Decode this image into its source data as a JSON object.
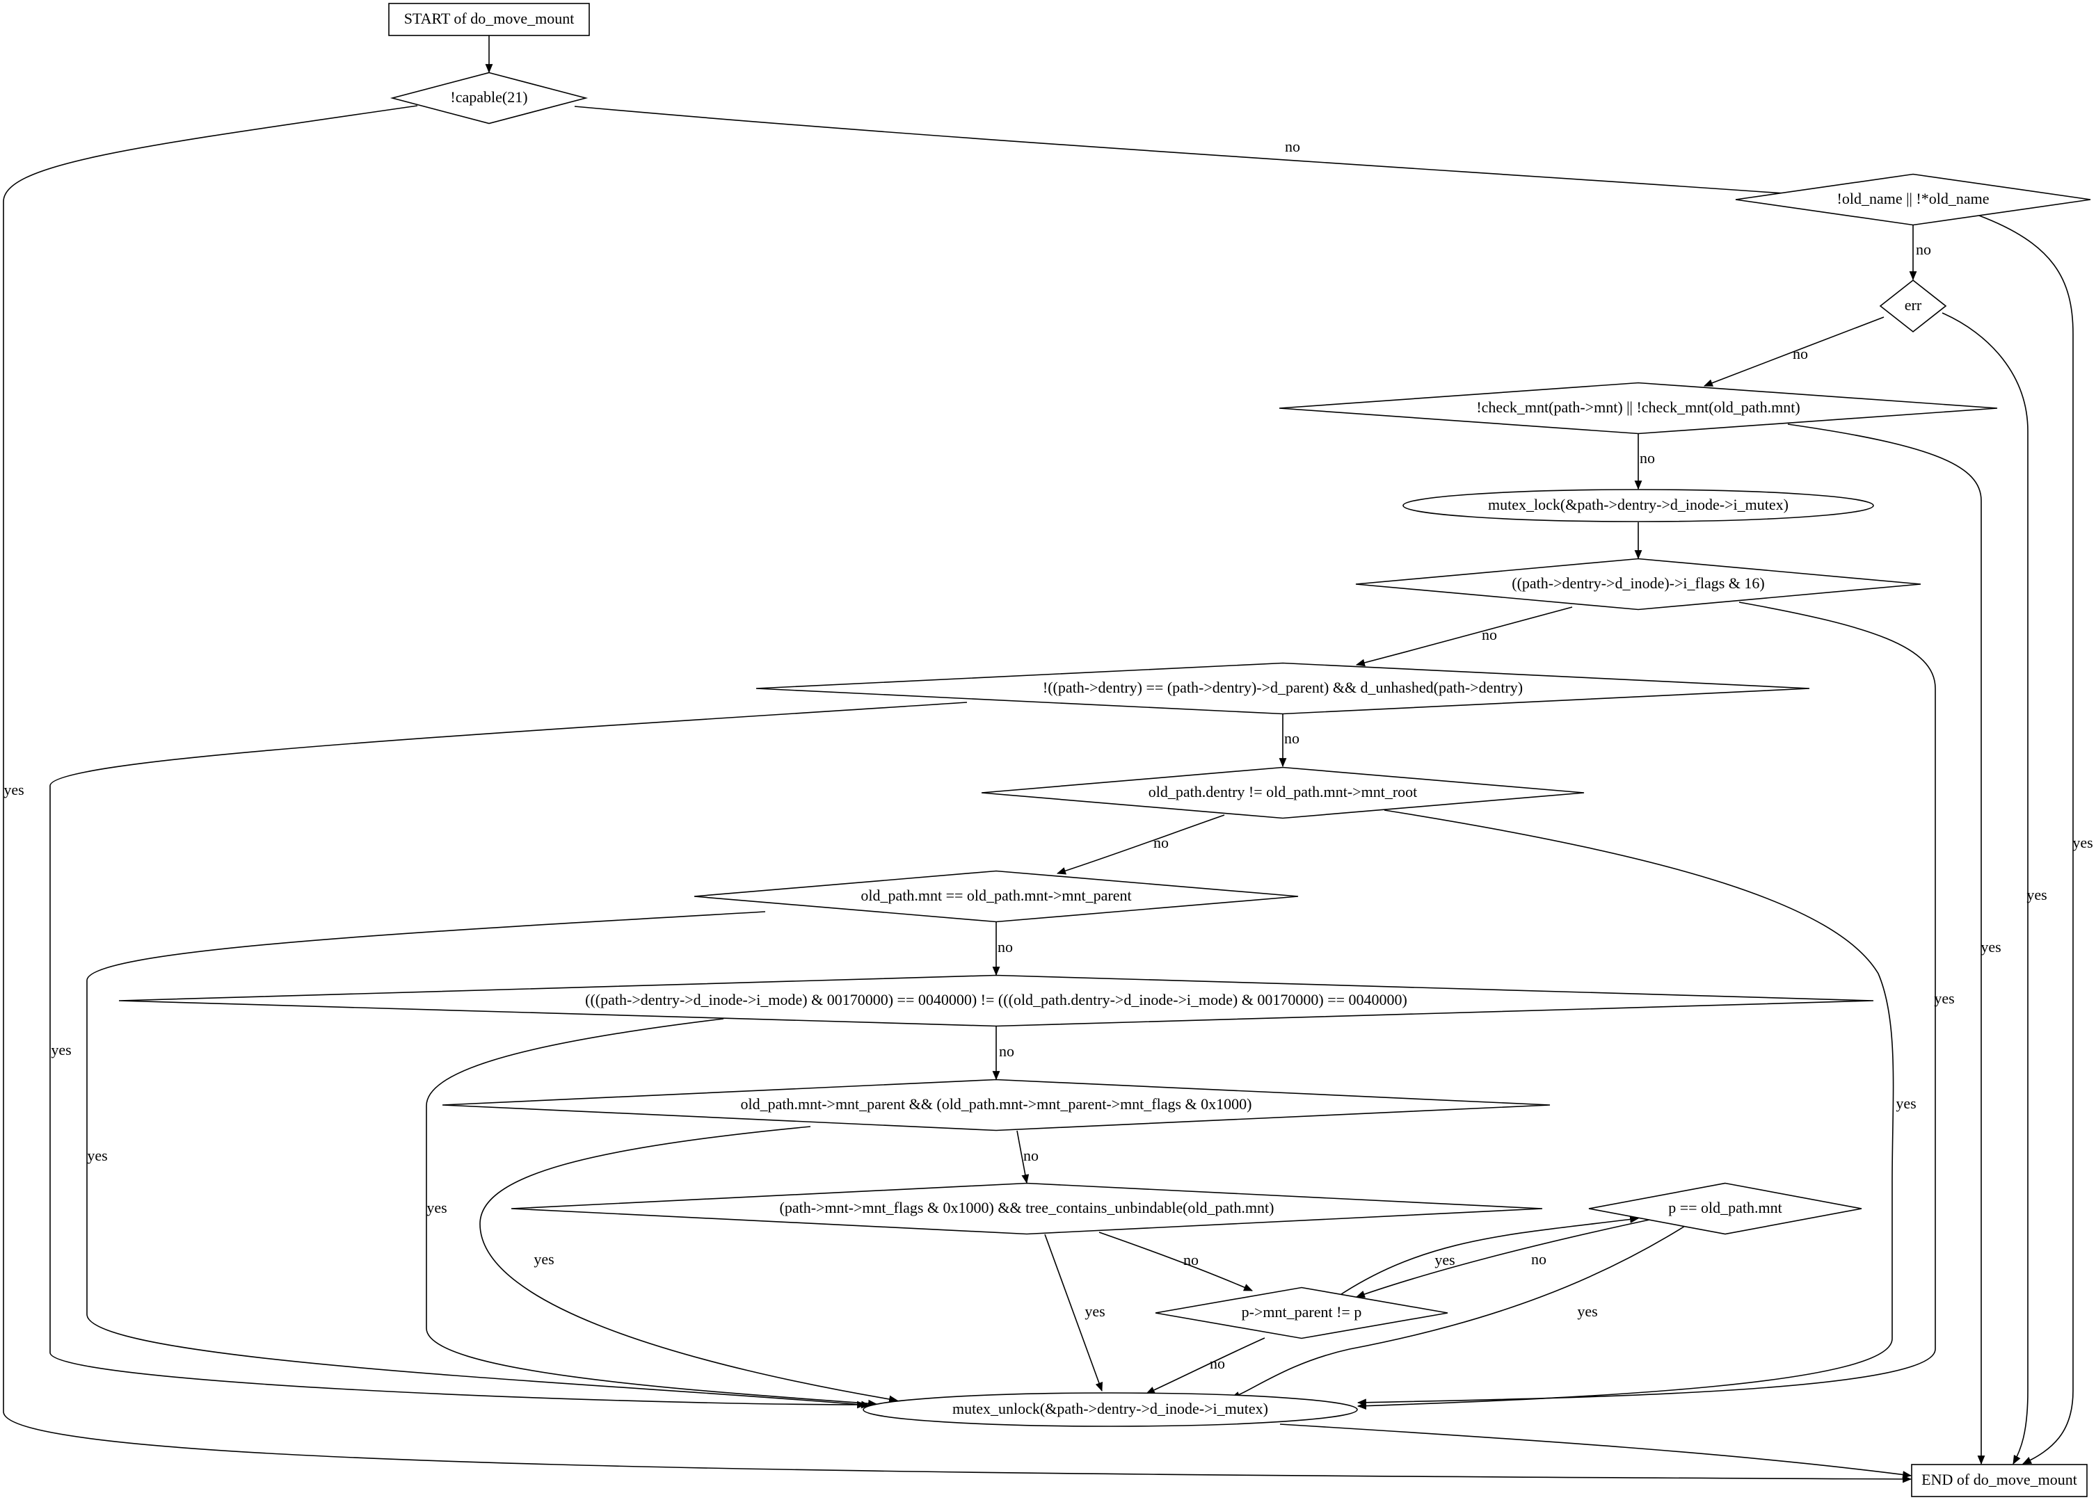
{
  "function_name": "do_move_mount",
  "colors": {
    "lock_node_fill": "#add8e6",
    "unlock_node_fill": "#ffff00",
    "line": "#000000",
    "background": "#ffffff"
  },
  "nodes": [
    {
      "id": "start",
      "shape": "box",
      "label": "START of do_move_mount"
    },
    {
      "id": "cap",
      "shape": "diamond",
      "label": "!capable(21)"
    },
    {
      "id": "oldname",
      "shape": "diamond",
      "label": "!old_name || !*old_name"
    },
    {
      "id": "err",
      "shape": "diamond",
      "label": "err"
    },
    {
      "id": "checkmnt",
      "shape": "diamond",
      "label": "!check_mnt(path->mnt) || !check_mnt(old_path.mnt)"
    },
    {
      "id": "lock",
      "shape": "ellipse",
      "label": "mutex_lock(&path->dentry->d_inode->i_mutex)"
    },
    {
      "id": "iflags",
      "shape": "diamond",
      "label": "((path->dentry->d_inode)->i_flags & 16)"
    },
    {
      "id": "unhashed",
      "shape": "diamond",
      "label": "!((path->dentry) == (path->dentry)->d_parent) && d_unhashed(path->dentry)"
    },
    {
      "id": "mntroot",
      "shape": "diamond",
      "label": "old_path.dentry != old_path.mnt->mnt_root"
    },
    {
      "id": "mntparent",
      "shape": "diamond",
      "label": "old_path.mnt == old_path.mnt->mnt_parent"
    },
    {
      "id": "imode",
      "shape": "diamond",
      "label": "(((path->dentry->d_inode->i_mode) & 00170000) == 0040000) != (((old_path.dentry->d_inode->i_mode) & 00170000) == 0040000)"
    },
    {
      "id": "flags1000",
      "shape": "diamond",
      "label": "old_path.mnt->mnt_parent && (old_path.mnt->mnt_parent->mnt_flags & 0x1000)"
    },
    {
      "id": "unbind",
      "shape": "diamond",
      "label": "(path->mnt->mnt_flags & 0x1000) && tree_contains_unbindable(old_path.mnt)"
    },
    {
      "id": "peq",
      "shape": "diamond",
      "label": "p == old_path.mnt"
    },
    {
      "id": "pparent",
      "shape": "diamond",
      "label": "p->mnt_parent != p"
    },
    {
      "id": "unlock",
      "shape": "ellipse",
      "label": "mutex_unlock(&path->dentry->d_inode->i_mutex)"
    },
    {
      "id": "end",
      "shape": "box",
      "label": "END of do_move_mount"
    }
  ],
  "edges": [
    {
      "from": "start",
      "to": "cap",
      "label": ""
    },
    {
      "from": "cap",
      "to": "oldname",
      "label": "no"
    },
    {
      "from": "cap",
      "to": "end",
      "label": "yes"
    },
    {
      "from": "oldname",
      "to": "err",
      "label": "no"
    },
    {
      "from": "oldname",
      "to": "end",
      "label": "yes"
    },
    {
      "from": "err",
      "to": "checkmnt",
      "label": "no"
    },
    {
      "from": "err",
      "to": "end",
      "label": "yes"
    },
    {
      "from": "checkmnt",
      "to": "lock",
      "label": "no"
    },
    {
      "from": "checkmnt",
      "to": "end",
      "label": "yes"
    },
    {
      "from": "lock",
      "to": "iflags",
      "label": ""
    },
    {
      "from": "iflags",
      "to": "unhashed",
      "label": "no"
    },
    {
      "from": "iflags",
      "to": "unlock",
      "label": "yes"
    },
    {
      "from": "unhashed",
      "to": "mntroot",
      "label": "no"
    },
    {
      "from": "unhashed",
      "to": "unlock",
      "label": "yes"
    },
    {
      "from": "mntroot",
      "to": "mntparent",
      "label": "no"
    },
    {
      "from": "mntroot",
      "to": "unlock",
      "label": "yes"
    },
    {
      "from": "mntparent",
      "to": "imode",
      "label": "no"
    },
    {
      "from": "mntparent",
      "to": "unlock",
      "label": "yes"
    },
    {
      "from": "imode",
      "to": "flags1000",
      "label": "no"
    },
    {
      "from": "imode",
      "to": "unlock",
      "label": "yes"
    },
    {
      "from": "flags1000",
      "to": "unbind",
      "label": "no"
    },
    {
      "from": "flags1000",
      "to": "unlock",
      "label": "yes"
    },
    {
      "from": "unbind",
      "to": "pparent",
      "label": "no"
    },
    {
      "from": "unbind",
      "to": "unlock",
      "label": "yes"
    },
    {
      "from": "pparent",
      "to": "peq",
      "label": "yes"
    },
    {
      "from": "pparent",
      "to": "unlock",
      "label": "no"
    },
    {
      "from": "peq",
      "to": "pparent",
      "label": "no"
    },
    {
      "from": "peq",
      "to": "unlock",
      "label": "yes"
    },
    {
      "from": "unlock",
      "to": "end",
      "label": ""
    }
  ]
}
